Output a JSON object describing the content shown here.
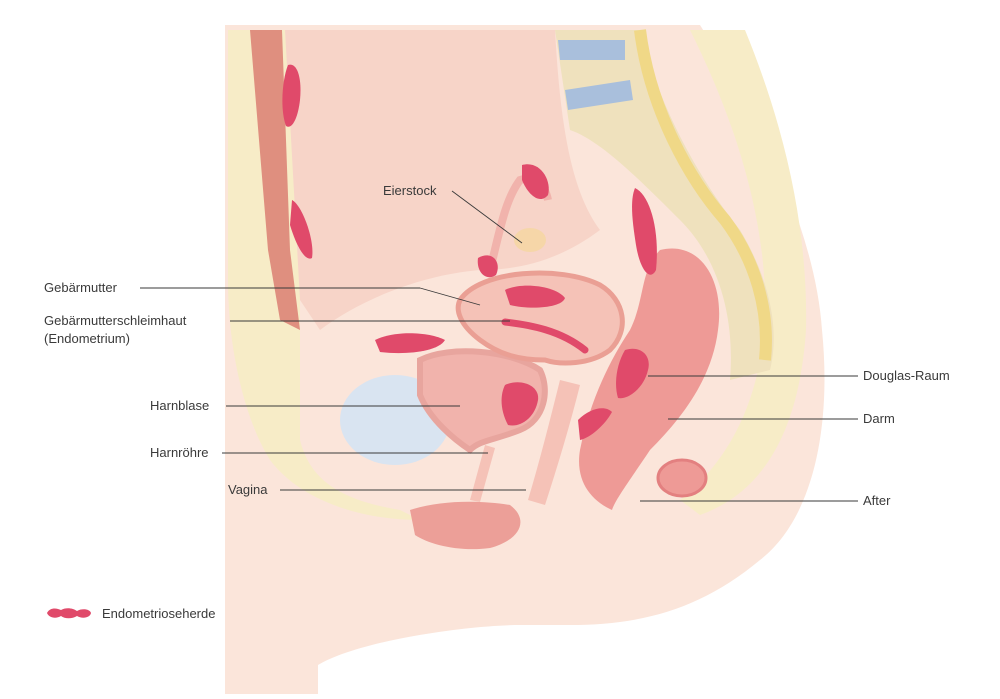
{
  "labels": {
    "eierstock": "Eierstock",
    "gebaermutter": "Gebärmutter",
    "schleimhaut_line1": "Gebärmutterschleimhaut",
    "schleimhaut_line2": "(Endometrium)",
    "harnblase": "Harnblase",
    "harnroehre": "Harnröhre",
    "vagina": "Vagina",
    "douglas": "Douglas-Raum",
    "darm": "Darm",
    "after": "After"
  },
  "legend": {
    "label": "Endometrioseherde",
    "icon": "endometriosis-lesion-icon"
  },
  "colors": {
    "lesion": "#e04a6a",
    "skin": "#f7dccf",
    "fat": "#f7ecc7",
    "muscle": "#df8f7f",
    "organ_pink": "#ef9a99",
    "bladder_fluid": "#d9e4f1",
    "bone": "#efe1bd",
    "spinal_cord": "#f0d887",
    "leader_line": "#3a3a3a"
  }
}
